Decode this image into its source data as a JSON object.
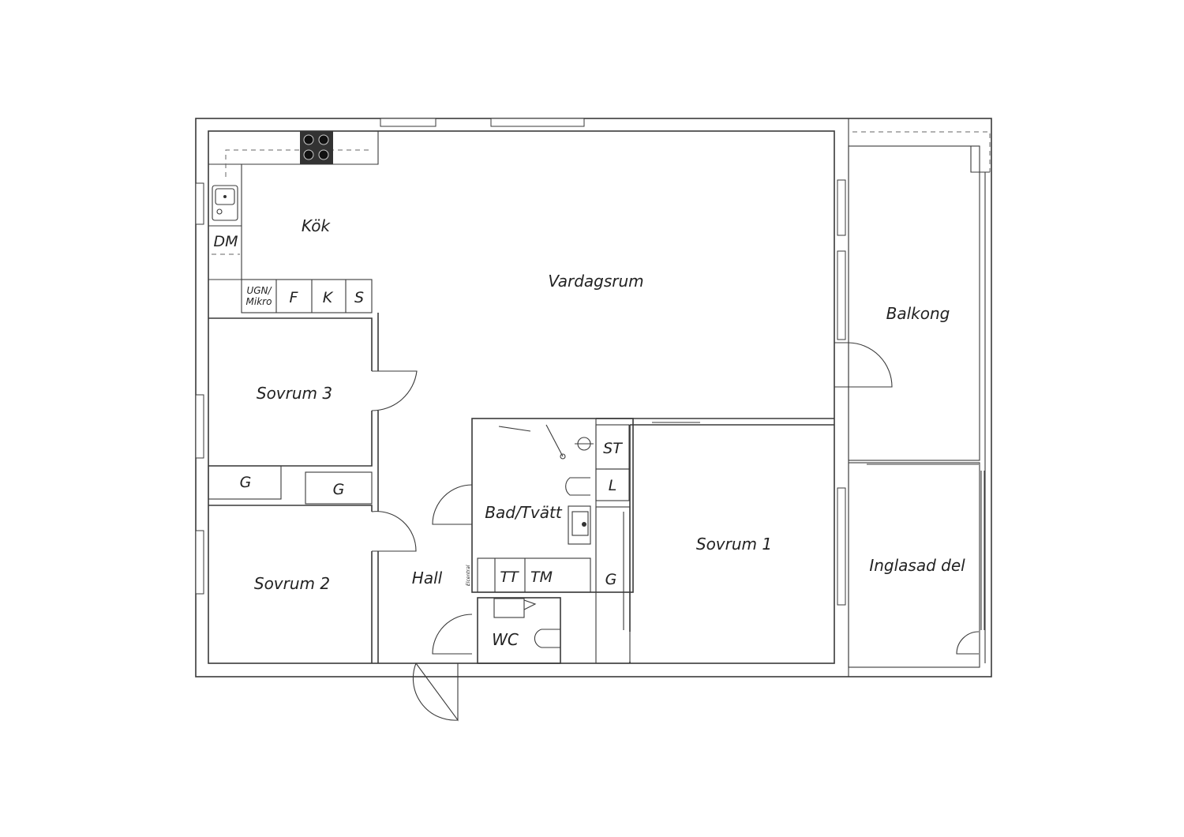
{
  "rooms": {
    "kok": "Kök",
    "vardagsrum": "Vardagsrum",
    "balkong": "Balkong",
    "sovrum3": "Sovrum 3",
    "sovrum2": "Sovrum 2",
    "sovrum1": "Sovrum 1",
    "hall": "Hall",
    "bad": "Bad/Tvätt",
    "wc": "WC",
    "inglasad": "Inglasad del"
  },
  "fixtures": {
    "dm": "DM",
    "ugn_line1": "UGN/",
    "ugn_line2": "Mikro",
    "f": "F",
    "k": "K",
    "s": "S",
    "st": "ST",
    "l": "L",
    "g_left": "G",
    "g_right": "G",
    "g_sov1": "G",
    "tt": "TT",
    "tm": "TM",
    "elcentral": "Elcentral"
  }
}
